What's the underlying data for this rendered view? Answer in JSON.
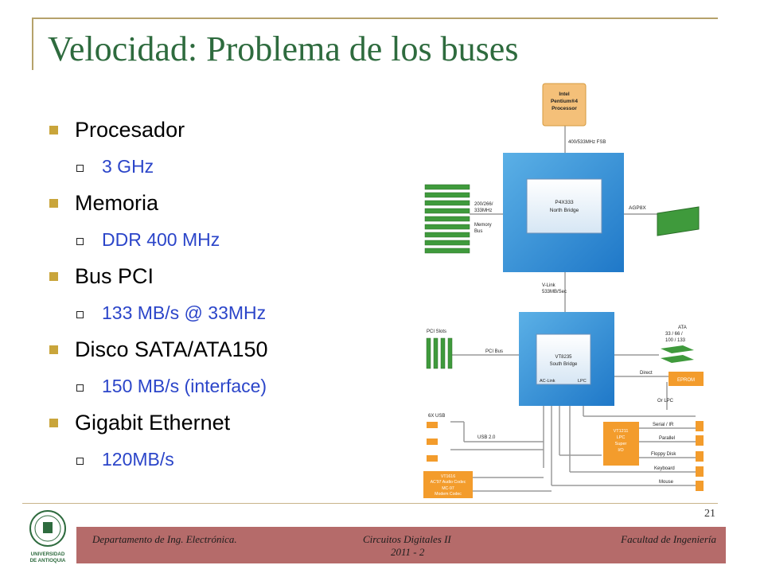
{
  "slide": {
    "title": "Velocidad: Problema de los buses",
    "bullets": [
      {
        "label": "Procesador",
        "sub": "3 GHz"
      },
      {
        "label": "Memoria",
        "sub": "DDR 400 MHz"
      },
      {
        "label": "Bus PCI",
        "sub": "133 MB/s @ 33MHz"
      },
      {
        "label": "Disco SATA/ATA150",
        "sub": "150 MB/s (interface)"
      },
      {
        "label": "Gigabit Ethernet",
        "sub": "120MB/s"
      }
    ],
    "page_number": "21"
  },
  "diagram": {
    "cpu": [
      "Intel",
      "Pentium®4",
      "Processor"
    ],
    "fsb": "400/533MHz FSB",
    "north_bridge": [
      "P4X333",
      "North Bridge"
    ],
    "memory_label": [
      "200/266/",
      "333MHz",
      "Memory",
      "Bus"
    ],
    "agp": "AGP8X",
    "vlink": [
      "V-Link",
      "533MB/Sec"
    ],
    "south_bridge": [
      "VT8235",
      "South Bridge"
    ],
    "pci_slots": "PCI Slots",
    "pci_bus": "PCI Bus",
    "ata": [
      "ATA",
      "33 / 66 /",
      "100 / 133"
    ],
    "direct": "Direct",
    "eprom": "EPROM",
    "or_lpc": "Or LPC",
    "ac_link": "AC-Link",
    "lpc": "LPC",
    "usb6x": "6X USB",
    "usb20": "USB 2.0",
    "superio": [
      "VT1211",
      "LPC",
      "Super",
      "I/O"
    ],
    "io_ports": [
      "Serial / IR",
      "Parallel",
      "Floppy Disk",
      "Keyboard",
      "Mouse"
    ],
    "codec": [
      "VT1616",
      "AC'97 Audio Codec",
      "MC-97",
      "Modem Codec"
    ]
  },
  "footer": {
    "left": "Departamento  de Ing. Electrónica.",
    "center1": "Circuitos Digitales II",
    "center2": "2011 - 2",
    "right": "Facultad de Ingeniería",
    "logo_text1": "UNIVERSIDAD",
    "logo_text2": "DE ANTIOQUIA"
  }
}
